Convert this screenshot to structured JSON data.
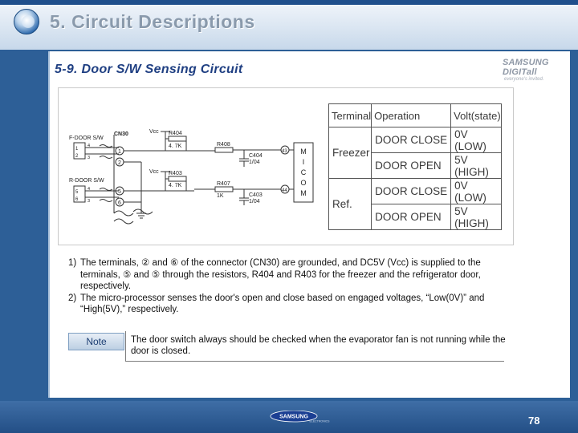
{
  "header": {
    "title": "5. Circuit Descriptions"
  },
  "logo": {
    "main": "SAMSUNG DIGITall",
    "tagline": "everyone's invited."
  },
  "section": {
    "title": "5-9. Door S/W Sensing Circuit"
  },
  "schematic": {
    "labels": {
      "f_door": "F-DOOR S/W",
      "r_door": "R-DOOR S/W",
      "connector": "CN30",
      "vcc_1": "Vcc",
      "vcc_2": "Vcc",
      "r404": "R404",
      "r404_val": "4. 7K",
      "r408": "R408",
      "c404": "C404",
      "c404_val": "1/04",
      "r403": "R403",
      "r403_val": "4. 7K",
      "r407": "R407",
      "r407_val": "1K",
      "c403": "C403",
      "c403_val": "1/04",
      "pin43": "43",
      "pin44": "44",
      "micom": [
        "M",
        "I",
        "C",
        "O",
        "M"
      ],
      "pin_nums": [
        "1",
        "2",
        "5",
        "6"
      ],
      "sw_pins": [
        "4",
        "3",
        "4",
        "3"
      ]
    }
  },
  "table": {
    "headers": [
      "Terminal",
      "Operation",
      "Volt(state)"
    ],
    "groups": [
      {
        "terminal": "Freezer",
        "rows": [
          {
            "operation": "DOOR CLOSE",
            "volt": "0V (LOW)"
          },
          {
            "operation": "DOOR OPEN",
            "volt": "5V (HIGH)"
          }
        ]
      },
      {
        "terminal": "Ref.",
        "rows": [
          {
            "operation": "DOOR CLOSE",
            "volt": "0V (LOW)"
          },
          {
            "operation": "DOOR OPEN",
            "volt": "5V (HIGH)"
          }
        ]
      }
    ]
  },
  "description": {
    "items": [
      {
        "num": "1)",
        "text": "The terminals, ② and ⑥ of the connector (CN30) are grounded, and DC5V (Vcc) is supplied to the terminals, ⑤ and ⑤ through the resistors, R404 and R403 for the freezer and the refrigerator door, respectively."
      },
      {
        "num": "2)",
        "text": "The micro-processor senses the door's open and close based on engaged voltages, “Low(0V)” and “High(5V),” respectively."
      }
    ]
  },
  "note": {
    "label": "Note",
    "text": "The door switch always should be checked when the evaporator fan is not running while the door is closed."
  },
  "footer": {
    "brand": "SAMSUNG",
    "brand_sub": "ELECTRONICS",
    "page": "78"
  }
}
